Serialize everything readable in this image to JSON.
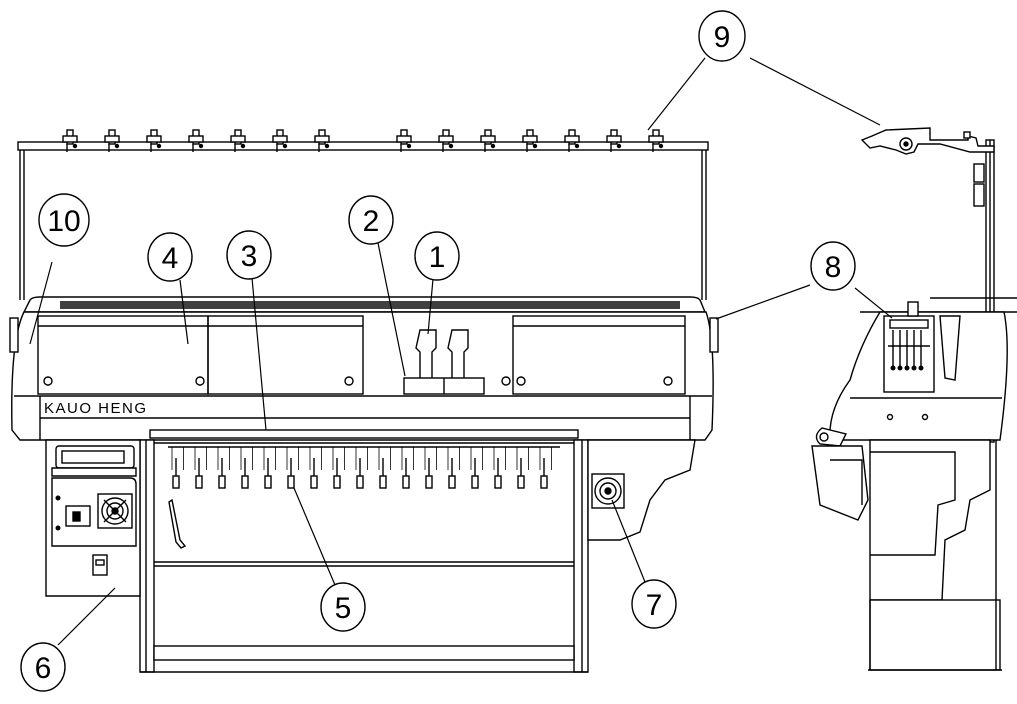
{
  "diagram": {
    "brand_label": "KAUO HENG",
    "callouts": [
      {
        "id": "1",
        "label": "1"
      },
      {
        "id": "2",
        "label": "2"
      },
      {
        "id": "3",
        "label": "3"
      },
      {
        "id": "4",
        "label": "4"
      },
      {
        "id": "5",
        "label": "5"
      },
      {
        "id": "6",
        "label": "6"
      },
      {
        "id": "7",
        "label": "7"
      },
      {
        "id": "8",
        "label": "8"
      },
      {
        "id": "9",
        "label": "9"
      },
      {
        "id": "10",
        "label": "10"
      }
    ]
  }
}
